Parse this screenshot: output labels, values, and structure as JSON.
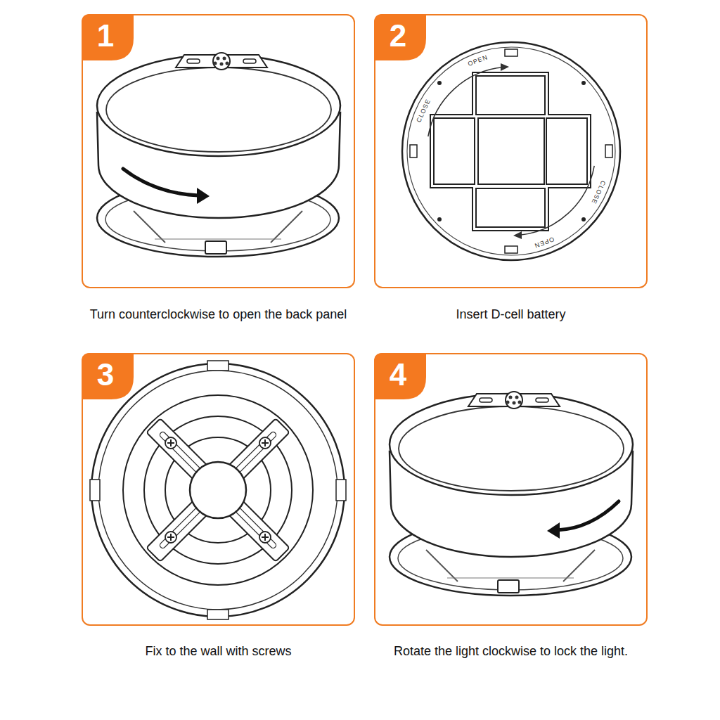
{
  "diagram": {
    "nodes": [
      {
        "text": [
          "Turn counterclockwise to open the back panel"
        ]
      },
      {
        "text": [
          "1"
        ],
        "in": 0
      },
      {
        "text": [
          "Insert D-cell battery"
        ]
      },
      {
        "text": [
          "2"
        ],
        "in": 2
      },
      {
        "text": [
          "Fix to the wall with screws"
        ]
      },
      {
        "text": [
          "3"
        ],
        "in": 4
      },
      {
        "text": [
          "Rotate the light clockwise to lock the light."
        ]
      },
      {
        "text": [
          "4"
        ],
        "in": 6
      }
    ],
    "labels": [
      "OPEN",
      "CLOSE",
      "CLOSE",
      "OPEN"
    ]
  }
}
